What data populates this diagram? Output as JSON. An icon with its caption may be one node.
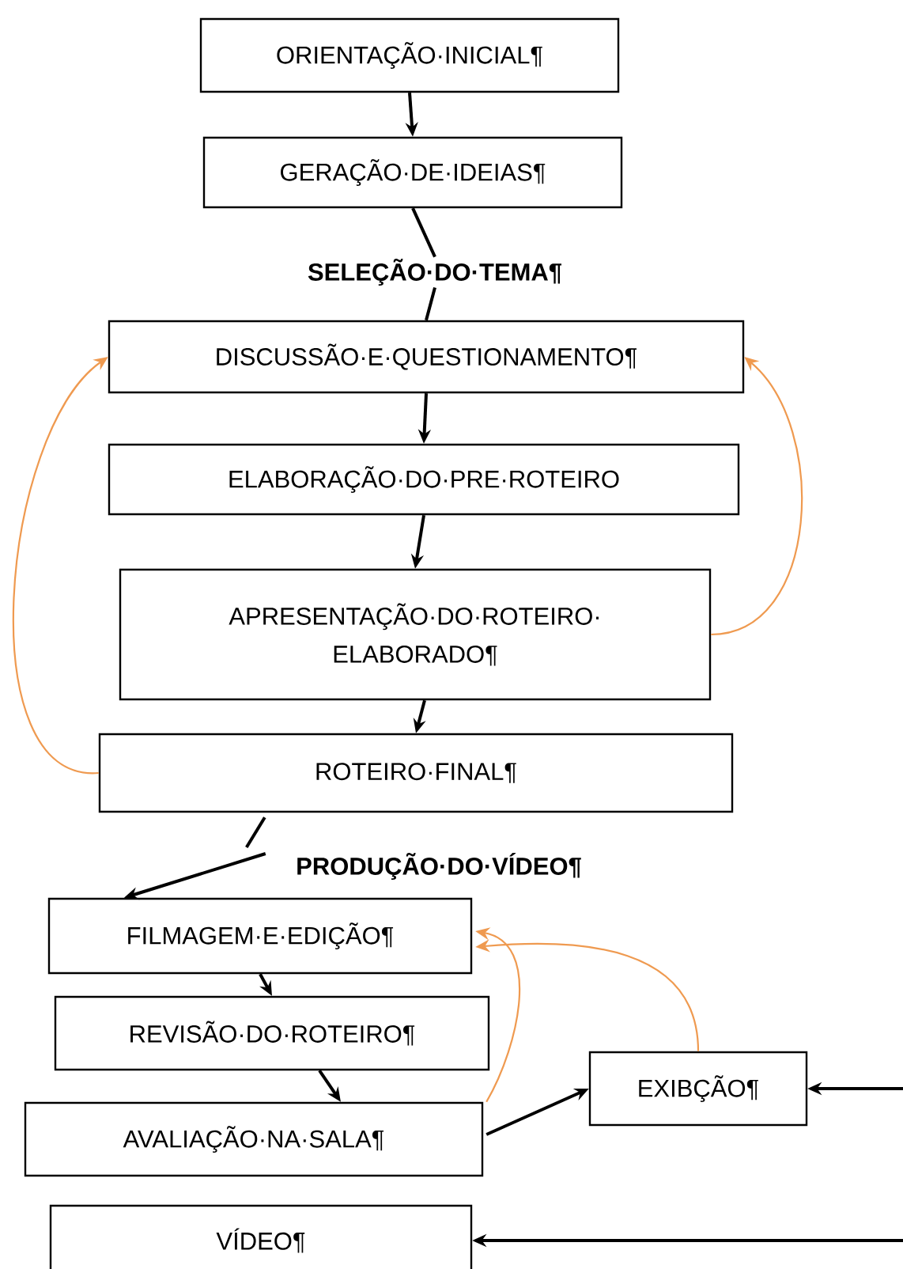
{
  "diagram": {
    "nodes": [
      {
        "text": [
          "ORIENTAÇÃO·INICIAL¶"
        ]
      },
      {
        "text": [
          "GERAÇÃO·DE·IDEIAS¶"
        ]
      },
      {
        "text": [
          "SELEÇÃO·DO·TEMA¶"
        ]
      },
      {
        "text": [
          "DISCUSSÃO·E·QUESTIONAMENTO¶"
        ]
      },
      {
        "text": [
          "ELABORAÇÃO·DO·PRE·ROTEIRO"
        ]
      },
      {
        "text": [
          "APRESENTAÇÃO·DO·ROTEIRO· ELABORADO¶"
        ]
      },
      {
        "text": [
          "ROTEIRO·FINAL¶"
        ]
      },
      {
        "text": [
          "PRODUÇÃO·DO·VÍDEO¶"
        ]
      },
      {
        "text": [
          "FILMAGEM·E·EDIÇÃO¶"
        ]
      },
      {
        "text": [
          "REVISÃO·DO·ROTEIRO¶"
        ]
      },
      {
        "text": [
          "AVALIAÇÃO·NA·SALA¶"
        ]
      },
      {
        "text": [
          "EXIBÇÃO¶"
        ]
      },
      {
        "text": [
          "VÍDEO¶"
        ]
      }
    ],
    "edges": [
      {
        "from": 0,
        "to": 1,
        "arrow": "to"
      },
      {
        "from": 1,
        "to": 2,
        "arrow": "none"
      },
      {
        "from": 2,
        "to": 3,
        "arrow": "none"
      },
      {
        "from": 3,
        "to": 4,
        "arrow": "to"
      },
      {
        "from": 4,
        "to": 5,
        "arrow": "to"
      },
      {
        "from": 5,
        "to": 6,
        "arrow": "to"
      },
      {
        "from": 6,
        "to": 3,
        "arrow": "to",
        "color": "#ef9a50"
      },
      {
        "from": 5,
        "to": 3,
        "arrow": "to",
        "color": "#ef9a50"
      },
      {
        "from": 6,
        "to": 7,
        "arrow": "none"
      },
      {
        "from": 7,
        "to": 8,
        "arrow": "to"
      },
      {
        "from": 8,
        "to": 9,
        "arrow": "to"
      },
      {
        "from": 9,
        "to": 10,
        "arrow": "to"
      },
      {
        "from": 10,
        "to": 11,
        "arrow": "to"
      },
      {
        "from": 10,
        "to": 8,
        "arrow": "to",
        "color": "#ef9a50"
      },
      {
        "from": 11,
        "to": 8,
        "arrow": "to",
        "color": "#ef9a50"
      },
      {
        "from": null,
        "to": 11,
        "arrow": "to"
      },
      {
        "from": null,
        "to": 12,
        "arrow": "to"
      }
    ]
  }
}
